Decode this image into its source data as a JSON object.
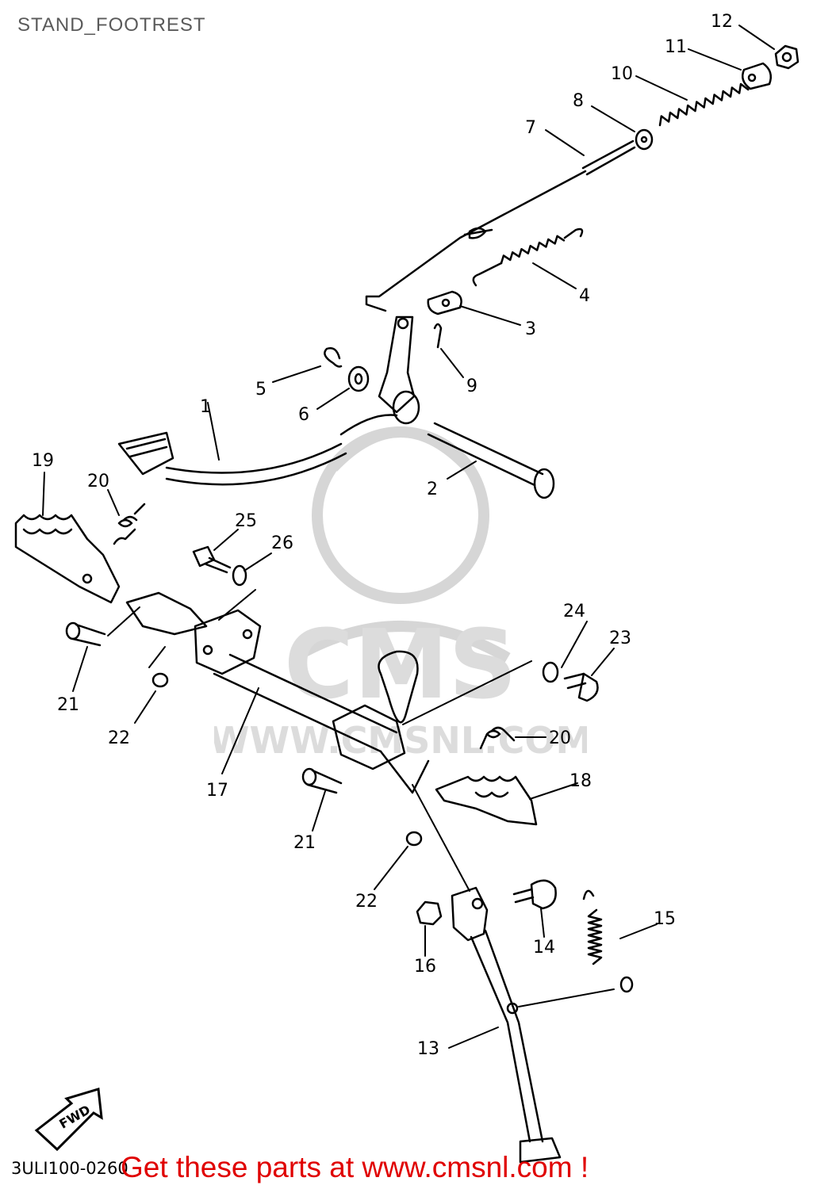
{
  "title": "STAND_FOOTREST",
  "footer": {
    "drawing_code": "3ULI100-0260",
    "promo": "Get these parts at www.cmsnl.com !"
  },
  "watermark": {
    "brand": "CMS",
    "url": "WWW.CMSNL.COM"
  },
  "fwd_arrow": {
    "label": "FWD"
  },
  "colors": {
    "line": "#000000",
    "watermark": "#d6d6d6",
    "promo": "#e00000",
    "title": "#5a5a5a"
  },
  "callouts": [
    "1",
    "2",
    "3",
    "4",
    "5",
    "6",
    "7",
    "8",
    "9",
    "10",
    "11",
    "12",
    "13",
    "14",
    "15",
    "16",
    "17",
    "18",
    "19",
    "20",
    "20",
    "21",
    "21",
    "22",
    "22",
    "23",
    "24",
    "25",
    "26"
  ]
}
